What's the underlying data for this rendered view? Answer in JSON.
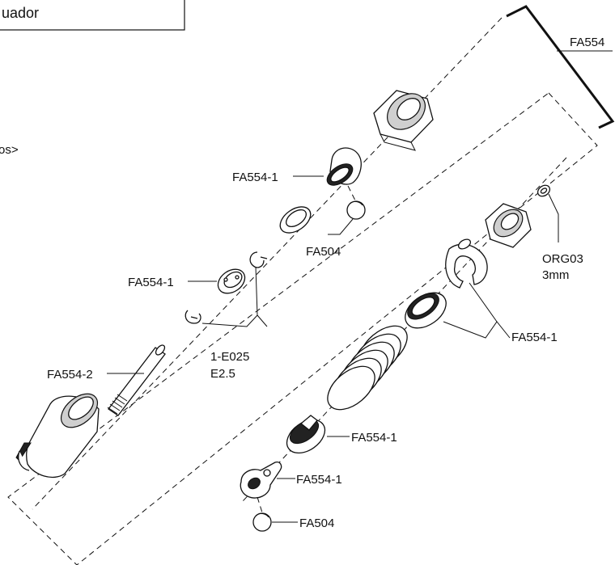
{
  "header_box": {
    "text": "uador"
  },
  "side_fragment": {
    "text": "os>"
  },
  "labels": {
    "bracket_top": "FA554",
    "upper_cap": "FA554-1",
    "ball_upper": "FA504",
    "piston": "FA554-1",
    "eclip_code": "1-E025",
    "eclip_size": "E2.5",
    "shaft": "FA554-2",
    "oring_code": "ORG03",
    "oring_size": "3mm",
    "spring_parts": "FA554-1",
    "lower_retainer": "FA554-1",
    "rod_end": "FA554-1",
    "ball_lower": "FA504"
  }
}
